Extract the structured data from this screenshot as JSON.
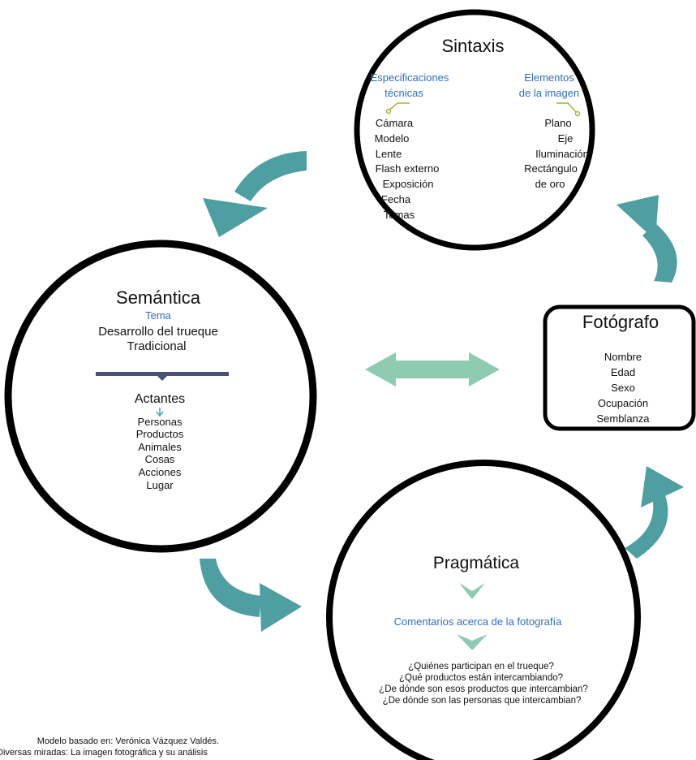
{
  "colors": {
    "ring": "#000000",
    "teal": "#4f9fa2",
    "mint": "#8fcbb1",
    "accent_text": "#2e6fc0",
    "divider": "#4a5175"
  },
  "sintaxis": {
    "title": "Sintaxis",
    "left_heading": [
      "Especificaciones",
      "técnicas"
    ],
    "left_items": [
      "Cámara",
      "Modelo",
      "Lente",
      "Flash externo",
      "Exposición",
      "Fecha",
      "Tomas"
    ],
    "right_heading": [
      "Elementos",
      "de la imagen"
    ],
    "right_items": [
      "Plano",
      "Eje",
      "Iluminación",
      "Rectángulo",
      "de oro"
    ]
  },
  "semantica": {
    "title": "Semántica",
    "tema_label": "Tema",
    "tema_lines": [
      "Desarrollo del trueque",
      "Tradicional"
    ],
    "actantes_title": "Actantes",
    "actantes_items": [
      "Personas",
      "Productos",
      "Animales",
      "Cosas",
      "Acciones",
      "Lugar"
    ]
  },
  "fotografo": {
    "title": "Fotógrafo",
    "items": [
      "Nombre",
      "Edad",
      "Sexo",
      "Ocupación",
      "Semblanza"
    ]
  },
  "pragmatica": {
    "title": "Pragmática",
    "subtitle": "Comentarios acerca de la fotografía",
    "questions": [
      "¿Quiénes participan en el trueque?",
      "¿Qué productos están intercambiando?",
      "¿De dónde son esos productos que intercambian?",
      "¿De dónde son las personas que intercambian?"
    ]
  },
  "footer": {
    "lines": [
      "Modelo basado en: Verónica Vázquez Valdés.",
      "Diversas miradas: La imagen fotográfica y su análisis"
    ]
  }
}
